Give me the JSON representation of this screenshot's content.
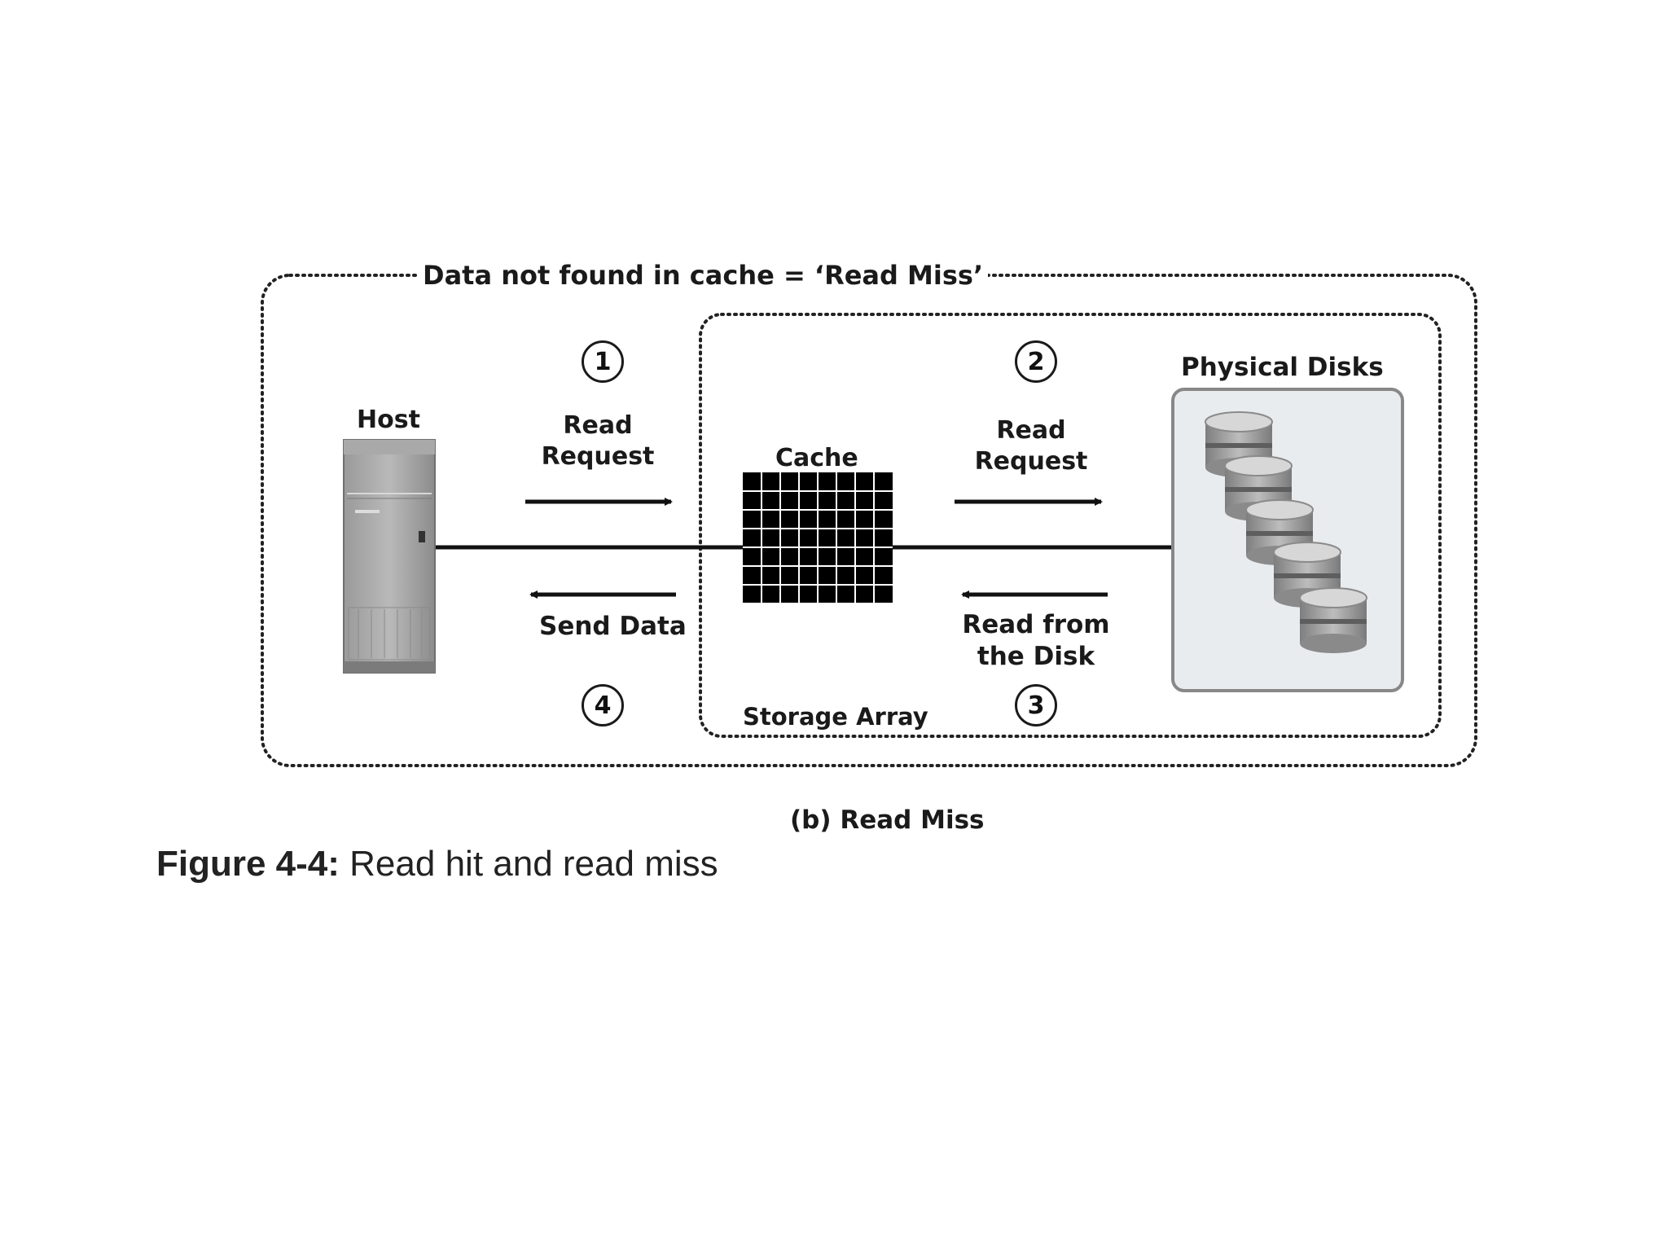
{
  "diagram": {
    "outer_title": "Data not found in cache = ‘Read Miss’",
    "host_label": "Host",
    "cache_label": "Cache",
    "storage_array_label": "Storage Array",
    "physical_disks_label": "Physical Disks",
    "steps": [
      {
        "number": "1",
        "line1": "Read",
        "line2": "Request"
      },
      {
        "number": "2",
        "line1": "Read",
        "line2": "Request"
      },
      {
        "number": "3",
        "line1": "Read from",
        "line2": "the Disk"
      },
      {
        "number": "4",
        "line1": "Send Data",
        "line2": ""
      }
    ],
    "subcaption": "(b) Read Miss"
  },
  "figure": {
    "label": "Figure 4-4:",
    "caption": "Read hit and read miss"
  }
}
